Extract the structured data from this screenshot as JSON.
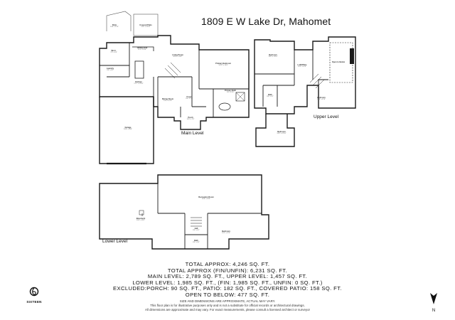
{
  "title": "1809 E W Lake Dr, Mahomet",
  "levels": {
    "main": "Main Level",
    "upper": "Upper Level",
    "lower": "Lower Level"
  },
  "rooms": {
    "main": [
      {
        "name": "Patio",
        "dims": "14'4\" x 11'8\""
      },
      {
        "name": "Covered Patio",
        "dims": "14'8\" x 10'10\""
      },
      {
        "name": "Dining Area",
        "dims": "11'6\" x 9'10\""
      },
      {
        "name": "W.I.C.",
        "dims": "7'6\" x 5'4\""
      },
      {
        "name": "Laundry",
        "dims": "9'4\" x 8'2\""
      },
      {
        "name": "Living Room",
        "dims": "20'10\" x 18'2\""
      },
      {
        "name": "Kitchen",
        "dims": "17'2\" x 12'10\""
      },
      {
        "name": "Primary Bedroom",
        "dims": "16'10\" x 14'8\""
      },
      {
        "name": "Dining Room",
        "dims": "13'4\" x 12'8\""
      },
      {
        "name": "Foyer",
        "dims": "9'6\" x 7'4\""
      },
      {
        "name": "Primary Bath",
        "dims": "11'0\" x 9'6\""
      },
      {
        "name": "Garage",
        "dims": "24'8\" x 33'6\""
      },
      {
        "name": "Porch",
        "dims": "12'0\" x 7'6\""
      }
    ],
    "upper": [
      {
        "name": "Bedroom",
        "dims": "13'8\" x 11'10\""
      },
      {
        "name": "Loft/Office",
        "dims": "14'2\" x 12'4\""
      },
      {
        "name": "Open to Below",
        "dims": ""
      },
      {
        "name": "Bath",
        "dims": "9'0\" x 5'2\""
      },
      {
        "name": "Bedroom",
        "dims": "13'0\" x 11'8\""
      },
      {
        "name": "Bedroom",
        "dims": "14'6\" x 12'10\""
      }
    ],
    "lower": [
      {
        "name": "Recreation Room",
        "dims": "26'8\" x 18'6\""
      },
      {
        "name": "Basement",
        "dims": "30'4\" x 28'2\""
      },
      {
        "name": "Bedroom",
        "dims": "13'2\" x 12'6\""
      },
      {
        "name": "Hall",
        "dims": "8'4\" x 4'2\""
      },
      {
        "name": "Bath",
        "dims": "8'0\" x 5'6\""
      }
    ]
  },
  "stats": [
    "TOTAL APPROX: 4,246 SQ. FT.",
    "TOTAL APPROX (FIN/UNFIN): 6,231 SQ. FT.",
    "MAIN LEVEL: 2,789 SQ. FT., UPPER LEVEL: 1,457 SQ. FT.",
    "LOWER LEVEL: 1,985 SQ. FT., (FIN: 1,985 SQ. FT., UNFIN: 0 SQ. FT.)",
    "EXCLUDED:PORCH: 90 SQ. FT., PATIO: 182 SQ. FT., COVERED PATIO: 158 SQ. FT.",
    "OPEN TO BELOW: 477 SQ. FT."
  ],
  "notes": [
    "SIZE AND DIMENSIONS ARE APPROXIMATE, ACTUAL MAY VARY.",
    "This floor plan is for illustrative purposes only and is not a substitute for official records or architectural drawings.",
    "All dimensions are approximate and may vary. For exact measurements, please consult a licensed architect or surveyor"
  ],
  "logo": {
    "text": "SIXTEEN",
    "icon": "sixteen-logo-icon"
  },
  "compass": {
    "label": "N",
    "icon": "north-arrow-icon"
  },
  "colors": {
    "wall": "#1a1a1a",
    "background": "#ffffff",
    "text": "#111111"
  }
}
